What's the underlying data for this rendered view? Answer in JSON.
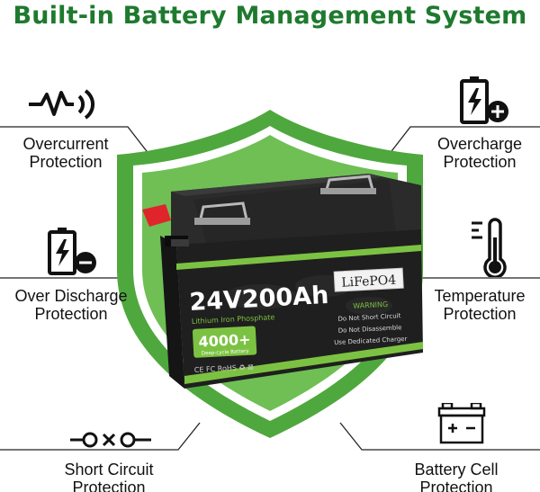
{
  "page": {
    "title": "Built-in Battery Management System",
    "title_color": "#1e7a2e"
  },
  "features": [
    {
      "line1": "Overcurrent",
      "line2": "Protection",
      "icon": "overcurrent-icon"
    },
    {
      "line1": "Overcharge",
      "line2": "Protection",
      "icon": "overcharge-battery-icon"
    },
    {
      "line1": "Over Discharge",
      "line2": "Protection",
      "icon": "over-discharge-battery-icon"
    },
    {
      "line1": "Temperature",
      "line2": "Protection",
      "icon": "thermometer-icon"
    },
    {
      "line1": "Short Circuit",
      "line2": "Protection",
      "icon": "short-circuit-icon"
    },
    {
      "line1": "Battery Cell",
      "line2": "Protection",
      "icon": "battery-cell-icon"
    }
  ],
  "battery": {
    "model": "24V200Ah",
    "chemistry": "Lithium Iron Phosphate",
    "type_badge": "LiFePO4",
    "cycles": "4000+",
    "cycles_caption": "Deep-cycle Battery",
    "warning_title": "WARNING",
    "warnings": [
      "Do Not Short Circuit",
      "Do Not Disassemble",
      "Use Dedicated Charger"
    ],
    "certs": "CE FC RoHS ♻ ⊠",
    "accent_color": "#7cc242"
  },
  "colors": {
    "shield_outer": "#4fa83d",
    "shield_inner": "#6fbf55",
    "line": "#222222"
  }
}
